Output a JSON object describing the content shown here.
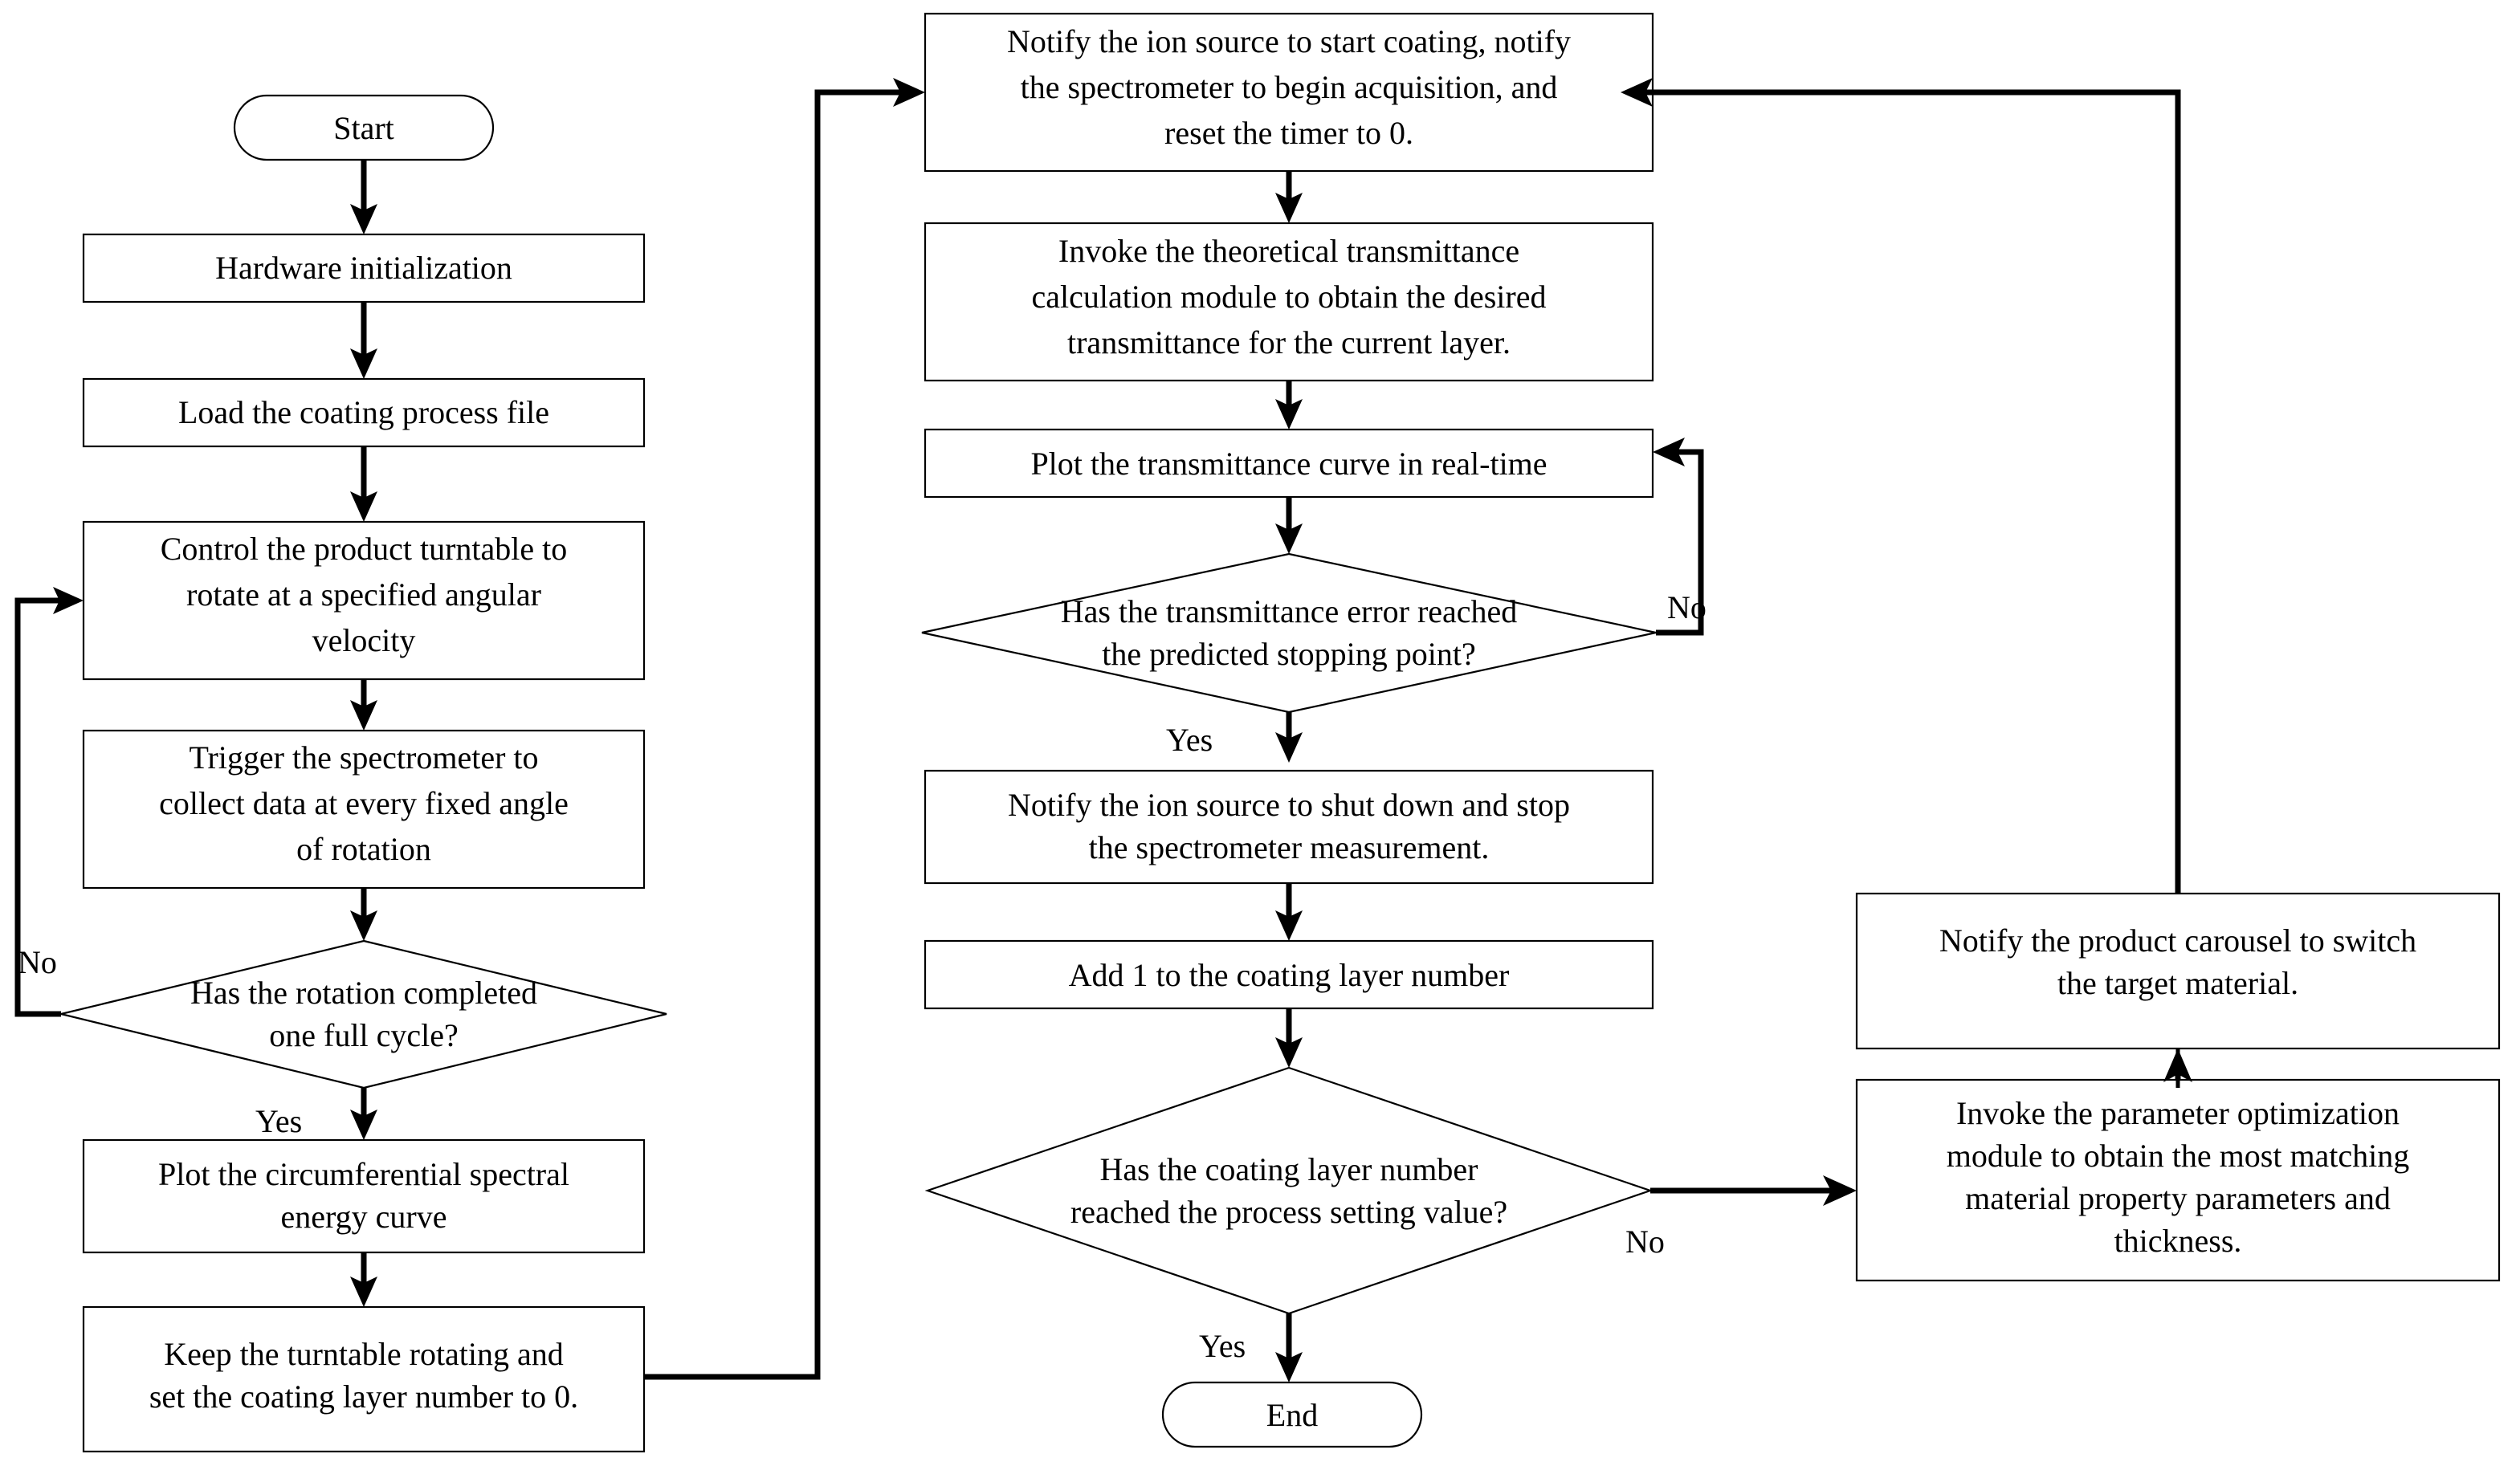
{
  "diagram": {
    "title": "Optical coating control process flowchart",
    "colors": {
      "stroke": "#000000",
      "fill": "#ffffff",
      "text": "#000000"
    },
    "nodes": {
      "start": {
        "type": "terminator",
        "label": "Start"
      },
      "hardware_init": {
        "type": "process",
        "lines": [
          "Hardware initialization"
        ]
      },
      "load_process_file": {
        "type": "process",
        "lines": [
          "Load the coating process file"
        ]
      },
      "control_turntable": {
        "type": "process",
        "lines": [
          "Control the product turntable to",
          "rotate at a specified angular",
          "velocity"
        ]
      },
      "trigger_spectrometer": {
        "type": "process",
        "lines": [
          "Trigger the spectrometer to",
          "collect data at every fixed angle",
          "of rotation"
        ]
      },
      "rotation_check": {
        "type": "decision",
        "lines": [
          "Has the rotation completed",
          "one full cycle?"
        ]
      },
      "plot_circumferential": {
        "type": "process",
        "lines": [
          "Plot the circumferential spectral",
          "energy curve"
        ]
      },
      "keep_rotating": {
        "type": "process",
        "lines": [
          "Keep the turntable rotating and",
          "set the coating layer number to 0."
        ]
      },
      "notify_start_coating": {
        "type": "process",
        "lines": [
          "Notify the ion source to start coating, notify",
          "the spectrometer to begin acquisition, and",
          "reset the timer to 0."
        ]
      },
      "invoke_theoretical": {
        "type": "process",
        "lines": [
          "Invoke the theoretical transmittance",
          "calculation module to obtain the desired",
          "transmittance for the current layer."
        ]
      },
      "plot_transmittance": {
        "type": "process",
        "lines": [
          "Plot the transmittance curve in real-time"
        ]
      },
      "transmittance_check": {
        "type": "decision",
        "lines": [
          "Has the transmittance error reached",
          "the predicted stopping point?"
        ]
      },
      "notify_shutdown": {
        "type": "process",
        "lines": [
          "Notify the ion source to shut down and stop",
          "the spectrometer measurement."
        ]
      },
      "add_layer": {
        "type": "process",
        "lines": [
          "Add 1 to the coating layer number"
        ]
      },
      "layer_check": {
        "type": "decision",
        "lines": [
          "Has the coating layer number",
          "reached the process setting value?"
        ]
      },
      "end": {
        "type": "terminator",
        "label": "End"
      },
      "notify_carousel": {
        "type": "process",
        "lines": [
          "Notify the product carousel to switch",
          "the target material."
        ]
      },
      "invoke_optimization": {
        "type": "process",
        "lines": [
          "Invoke the parameter optimization",
          "module to obtain the most matching",
          "material property parameters and",
          "thickness."
        ]
      }
    },
    "edge_labels": {
      "rotation_no": "No",
      "rotation_yes": "Yes",
      "transmittance_no": "No",
      "transmittance_yes": "Yes",
      "layer_no": "No",
      "layer_yes": "Yes"
    }
  }
}
